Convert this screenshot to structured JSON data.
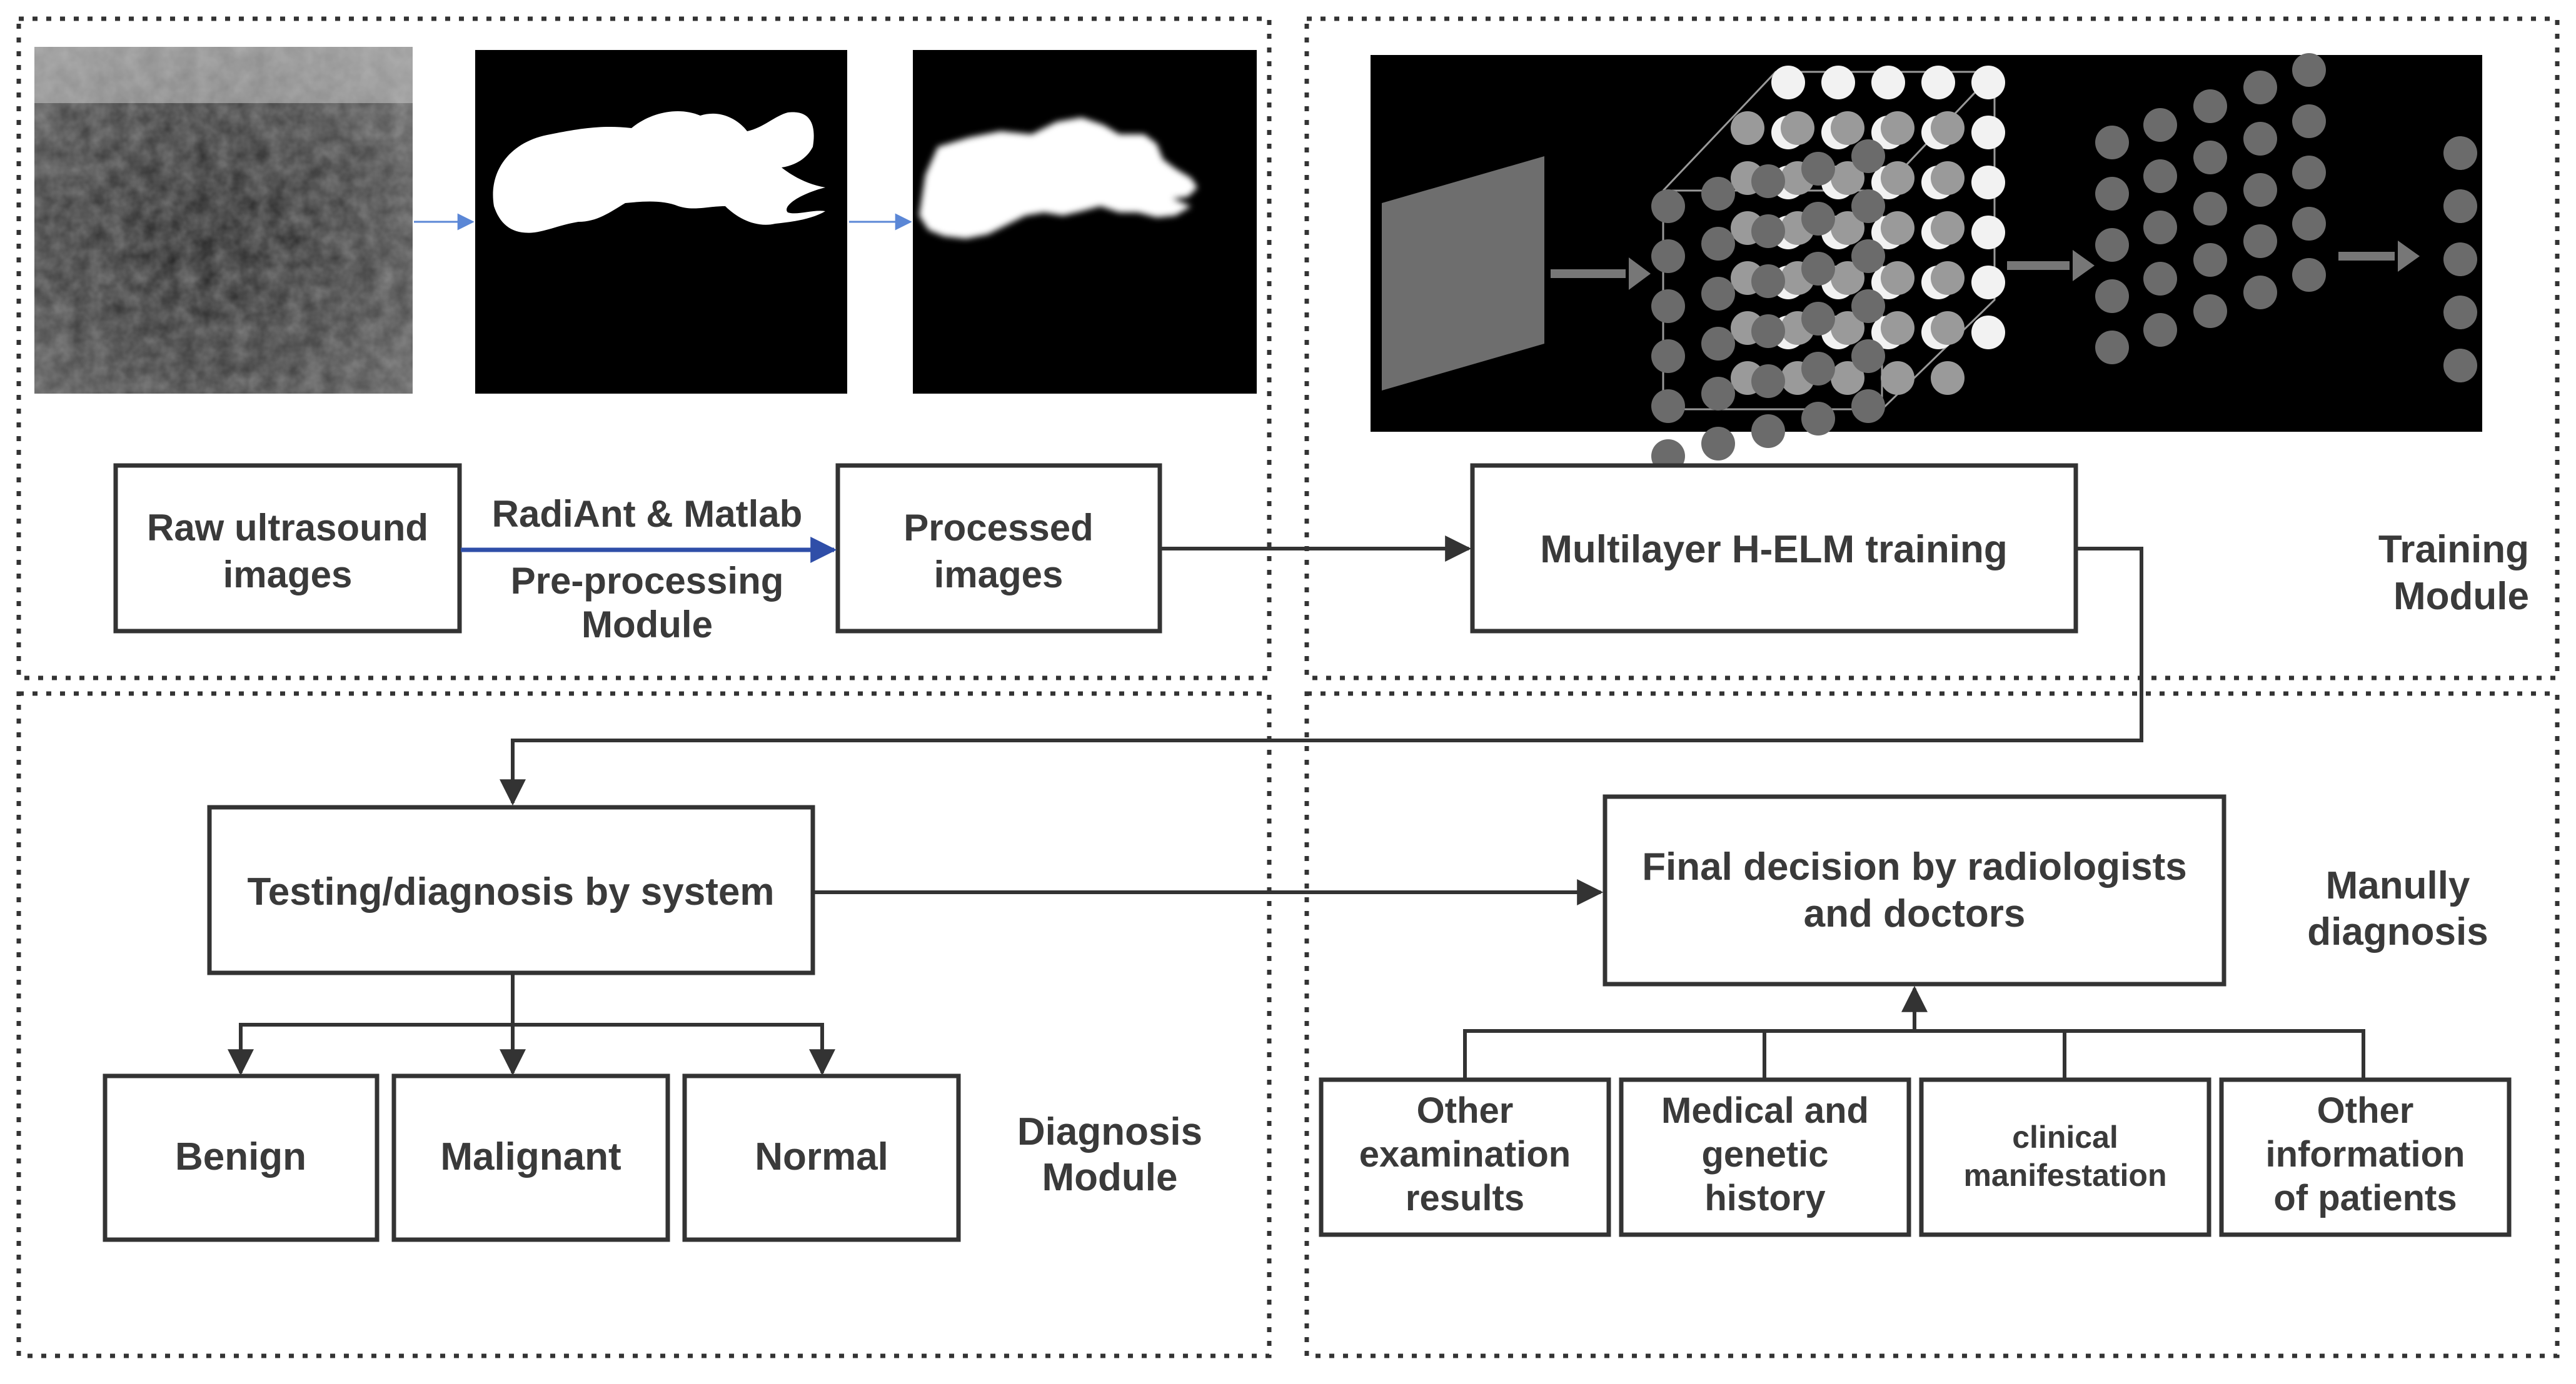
{
  "modules": {
    "preprocessing_line1": "Pre-processing",
    "preprocessing_line2": "Module",
    "training_line1": "Training",
    "training_line2": "Module",
    "diagnosis_line1": "Diagnosis",
    "diagnosis_line2": "Module",
    "manual_line1": "Manully",
    "manual_line2": "diagnosis"
  },
  "preprocessing": {
    "raw_line1": "Raw ultrasound",
    "raw_line2": "images",
    "tool_label": "RadiAnt & Matlab",
    "processed_line1": "Processed",
    "processed_line2": "images"
  },
  "training": {
    "box_label": "Multilayer H-ELM training"
  },
  "diagnosis": {
    "system_label": "Testing/diagnosis by system",
    "outcomes": [
      "Benign",
      "Malignant",
      "Normal"
    ]
  },
  "manual": {
    "final_line1": "Final decision by radiologists",
    "final_line2": "and doctors",
    "inputs": [
      {
        "line1": "Other",
        "line2": "examination",
        "line3": "results"
      },
      {
        "line1": "Medical and",
        "line2": "genetic",
        "line3": "history"
      },
      {
        "line1": "clinical",
        "line2": "manifestation"
      },
      {
        "line1": "Other",
        "line2": "information",
        "line3": "of patients"
      }
    ]
  },
  "colors": {
    "preprocess_arrow": "#2f4ea8",
    "thin_arrow": "#5b87d6",
    "line": "#333333",
    "node_light": "#f2f2f2",
    "node_mid": "#9a9a9a",
    "node_dark": "#6b6b6b"
  }
}
